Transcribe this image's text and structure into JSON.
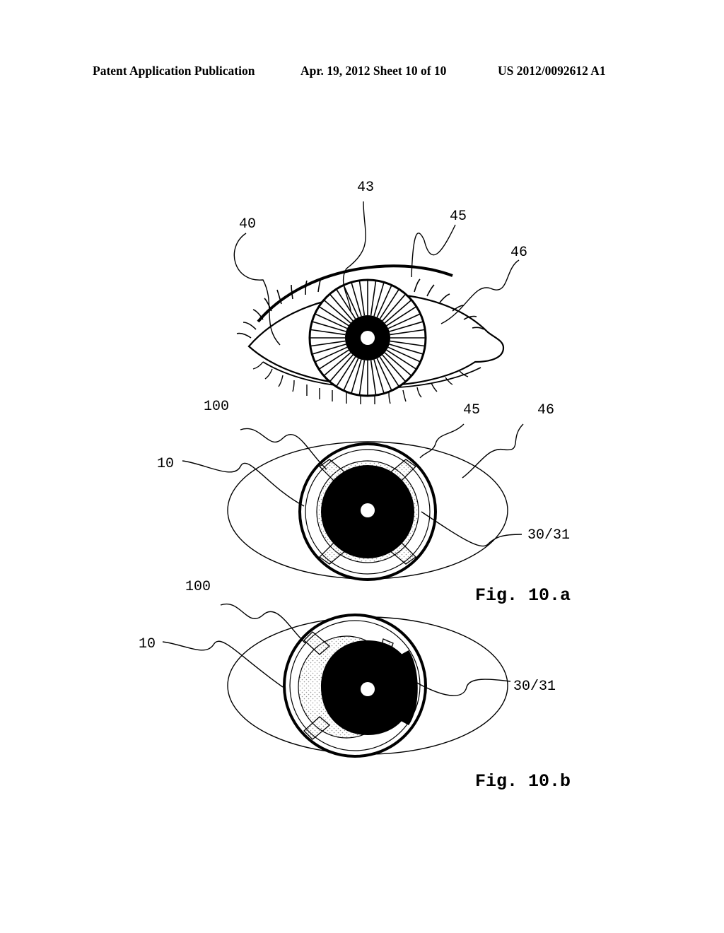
{
  "header": {
    "publication": "Patent Application Publication",
    "date_sheet": "Apr. 19, 2012  Sheet 10 of 10",
    "number": "US 2012/0092612 A1"
  },
  "figures": {
    "eye": {
      "labels": {
        "eyelid": "40",
        "iris_fibers": "43",
        "limbus": "45",
        "sclera": "46"
      }
    },
    "fig_10a": {
      "caption": "Fig. 10.a",
      "labels": {
        "lens": "100",
        "ring": "10",
        "limbus": "45",
        "sclera": "46",
        "segment": "30/31"
      }
    },
    "fig_10b": {
      "caption": "Fig. 10.b",
      "labels": {
        "lens": "100",
        "ring": "10",
        "segment": "30/31"
      }
    }
  },
  "colors": {
    "ink": "#000000",
    "paper": "#ffffff",
    "stipple": "#9a9a9a"
  }
}
